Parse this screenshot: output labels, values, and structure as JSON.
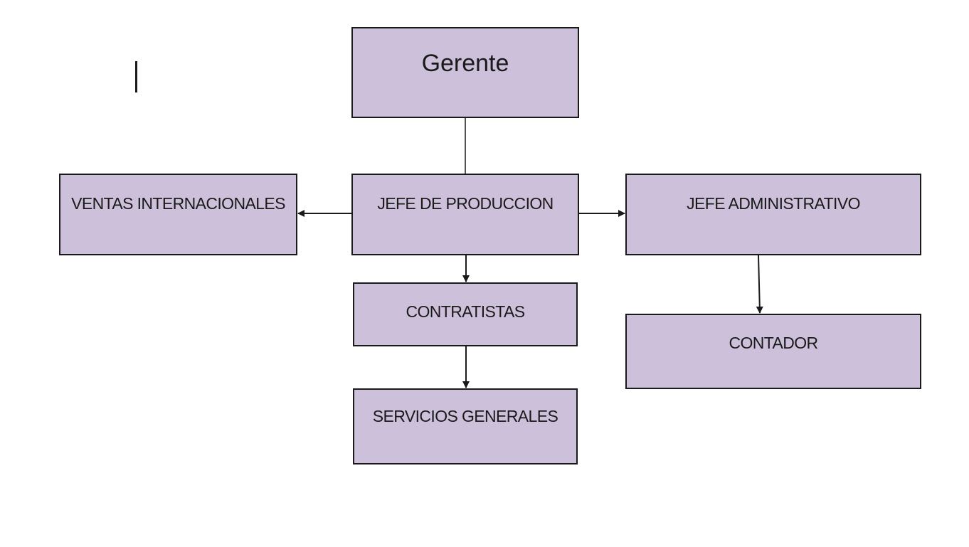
{
  "diagram": {
    "type": "org-chart",
    "nodes": [
      {
        "id": "gerente",
        "label": "Gerente"
      },
      {
        "id": "ventas",
        "label": "VENTAS INTERNACIONALES"
      },
      {
        "id": "jefeprod",
        "label": "JEFE DE PRODUCCION"
      },
      {
        "id": "jefeadmin",
        "label": "JEFE ADMINISTRATIVO"
      },
      {
        "id": "contratistas",
        "label": "CONTRATISTAS"
      },
      {
        "id": "contador",
        "label": "CONTADOR"
      },
      {
        "id": "servicios",
        "label": "SERVICIOS GENERALES"
      }
    ],
    "edges": [
      {
        "from": "gerente",
        "to": "jefeprod",
        "arrow": false
      },
      {
        "from": "jefeprod",
        "to": "ventas",
        "arrow": true
      },
      {
        "from": "jefeprod",
        "to": "jefeadmin",
        "arrow": true
      },
      {
        "from": "jefeprod",
        "to": "contratistas",
        "arrow": true
      },
      {
        "from": "contratistas",
        "to": "servicios",
        "arrow": true
      },
      {
        "from": "jefeadmin",
        "to": "contador",
        "arrow": true
      }
    ],
    "colors": {
      "box_fill": "#ccc0da",
      "stroke": "#1a1a1a"
    }
  }
}
